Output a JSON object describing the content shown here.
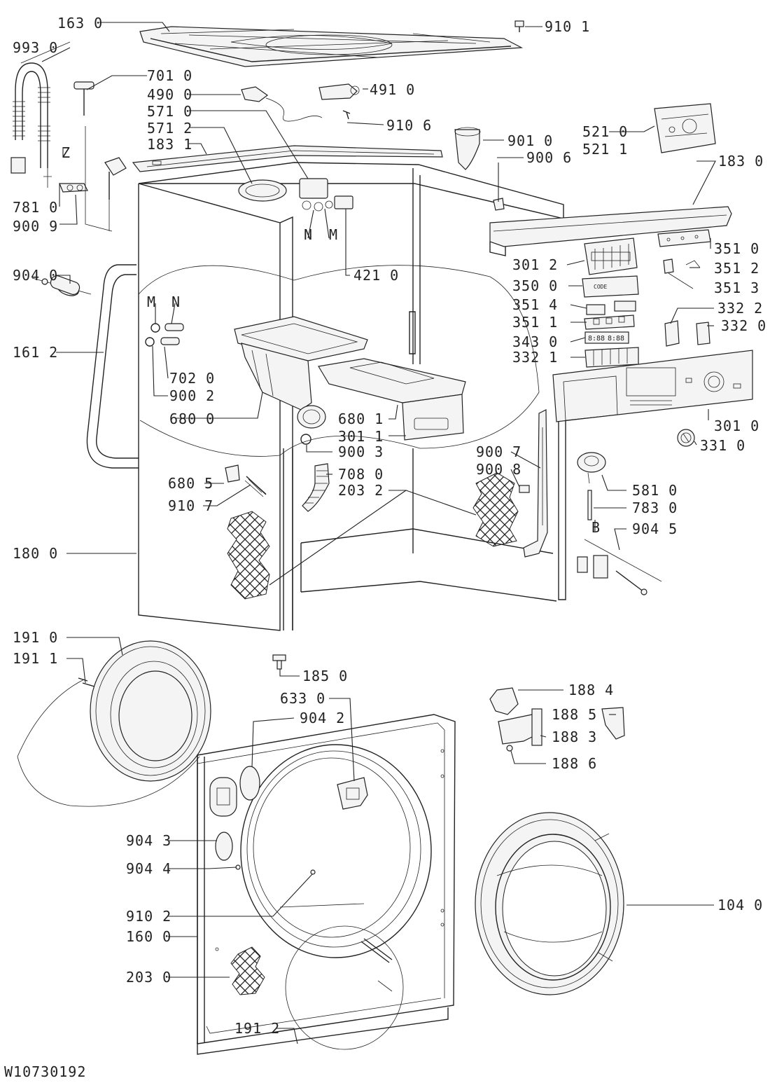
{
  "doc_id": "W10730192",
  "callouts": [
    {
      "id": "c1630",
      "text": "163 0"
    },
    {
      "id": "c9101",
      "text": "910 1"
    },
    {
      "id": "c9930",
      "text": "993 0"
    },
    {
      "id": "c7010",
      "text": "701 0"
    },
    {
      "id": "c4900",
      "text": "490 0"
    },
    {
      "id": "c4910",
      "text": "491 0"
    },
    {
      "id": "c5710",
      "text": "571 0"
    },
    {
      "id": "c5712",
      "text": "571 2"
    },
    {
      "id": "c9106",
      "text": "910 6"
    },
    {
      "id": "c1831",
      "text": "183 1"
    },
    {
      "id": "c9010",
      "text": "901 0"
    },
    {
      "id": "c5210",
      "text": "521 0"
    },
    {
      "id": "c5211",
      "text": "521 1"
    },
    {
      "id": "c9006",
      "text": "900 6"
    },
    {
      "id": "cZ",
      "text": "Z"
    },
    {
      "id": "c1830",
      "text": "183 0"
    },
    {
      "id": "c7810",
      "text": "781 0"
    },
    {
      "id": "c9009",
      "text": "900 9"
    },
    {
      "id": "cN1",
      "text": "N"
    },
    {
      "id": "cM1",
      "text": "M"
    },
    {
      "id": "c3510",
      "text": "351 0"
    },
    {
      "id": "c3012",
      "text": "301 2"
    },
    {
      "id": "c9040",
      "text": "904 0"
    },
    {
      "id": "c4210",
      "text": "421 0"
    },
    {
      "id": "c3512",
      "text": "351 2"
    },
    {
      "id": "c3500",
      "text": "350 0"
    },
    {
      "id": "c3513",
      "text": "351 3"
    },
    {
      "id": "cM2",
      "text": "M"
    },
    {
      "id": "cN2",
      "text": "N"
    },
    {
      "id": "c3514",
      "text": "351 4"
    },
    {
      "id": "c3322",
      "text": "332 2"
    },
    {
      "id": "c3511",
      "text": "351 1"
    },
    {
      "id": "c3320",
      "text": "332 0"
    },
    {
      "id": "c3430",
      "text": "343 0"
    },
    {
      "id": "c1612",
      "text": "161 2"
    },
    {
      "id": "c3321",
      "text": "332 1"
    },
    {
      "id": "c7020",
      "text": "702 0"
    },
    {
      "id": "c9002",
      "text": "900 2"
    },
    {
      "id": "c6800",
      "text": "680 0"
    },
    {
      "id": "c6801",
      "text": "680 1"
    },
    {
      "id": "c3010",
      "text": "301 0"
    },
    {
      "id": "c3011",
      "text": "301 1"
    },
    {
      "id": "c9003",
      "text": "900 3"
    },
    {
      "id": "c3310",
      "text": "331 0"
    },
    {
      "id": "c9007",
      "text": "900 7"
    },
    {
      "id": "c9008",
      "text": "900 8"
    },
    {
      "id": "c7080",
      "text": "708 0"
    },
    {
      "id": "c2032",
      "text": "203 2"
    },
    {
      "id": "c6805",
      "text": "680 5"
    },
    {
      "id": "c5810",
      "text": "581 0"
    },
    {
      "id": "c9107",
      "text": "910 7"
    },
    {
      "id": "c7830",
      "text": "783 0"
    },
    {
      "id": "cB",
      "text": "B"
    },
    {
      "id": "c9045",
      "text": "904 5"
    },
    {
      "id": "c1800",
      "text": "180 0"
    },
    {
      "id": "c1910",
      "text": "191 0"
    },
    {
      "id": "c1911",
      "text": "191 1"
    },
    {
      "id": "c1850",
      "text": "185 0"
    },
    {
      "id": "c6330",
      "text": "633 0"
    },
    {
      "id": "c1884",
      "text": "188 4"
    },
    {
      "id": "c9042",
      "text": "904 2"
    },
    {
      "id": "c1885",
      "text": "188 5"
    },
    {
      "id": "c1883",
      "text": "188 3"
    },
    {
      "id": "c1886",
      "text": "188 6"
    },
    {
      "id": "c9043",
      "text": "904 3"
    },
    {
      "id": "c9044",
      "text": "904 4"
    },
    {
      "id": "c9102",
      "text": "910 2"
    },
    {
      "id": "c1040",
      "text": "104 0"
    },
    {
      "id": "c1600",
      "text": "160 0"
    },
    {
      "id": "c2030",
      "text": "203 0"
    },
    {
      "id": "c1912",
      "text": "191 2"
    }
  ],
  "display": {
    "seg_left": "8:88",
    "seg_right": "8:88",
    "board_text": "CODE"
  }
}
